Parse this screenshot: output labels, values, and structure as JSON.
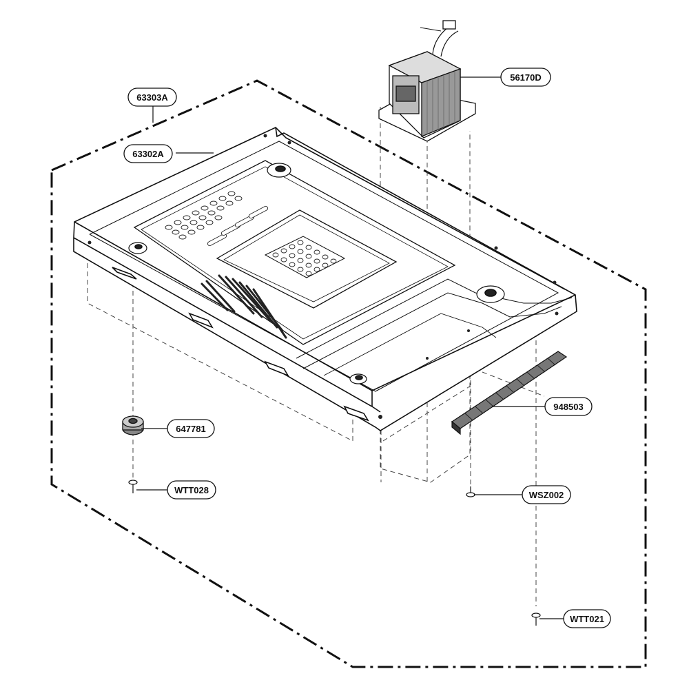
{
  "diagram": {
    "callouts": [
      {
        "id": "c-63303a",
        "label": "63303A"
      },
      {
        "id": "c-63302a",
        "label": "63302A"
      },
      {
        "id": "c-56170d",
        "label": "56170D"
      },
      {
        "id": "c-948503",
        "label": "948503"
      },
      {
        "id": "c-647781",
        "label": "647781"
      },
      {
        "id": "c-wtt028",
        "label": "WTT028"
      },
      {
        "id": "c-wsz002",
        "label": "WSZ002"
      },
      {
        "id": "c-wtt021",
        "label": "WTT021"
      }
    ]
  }
}
